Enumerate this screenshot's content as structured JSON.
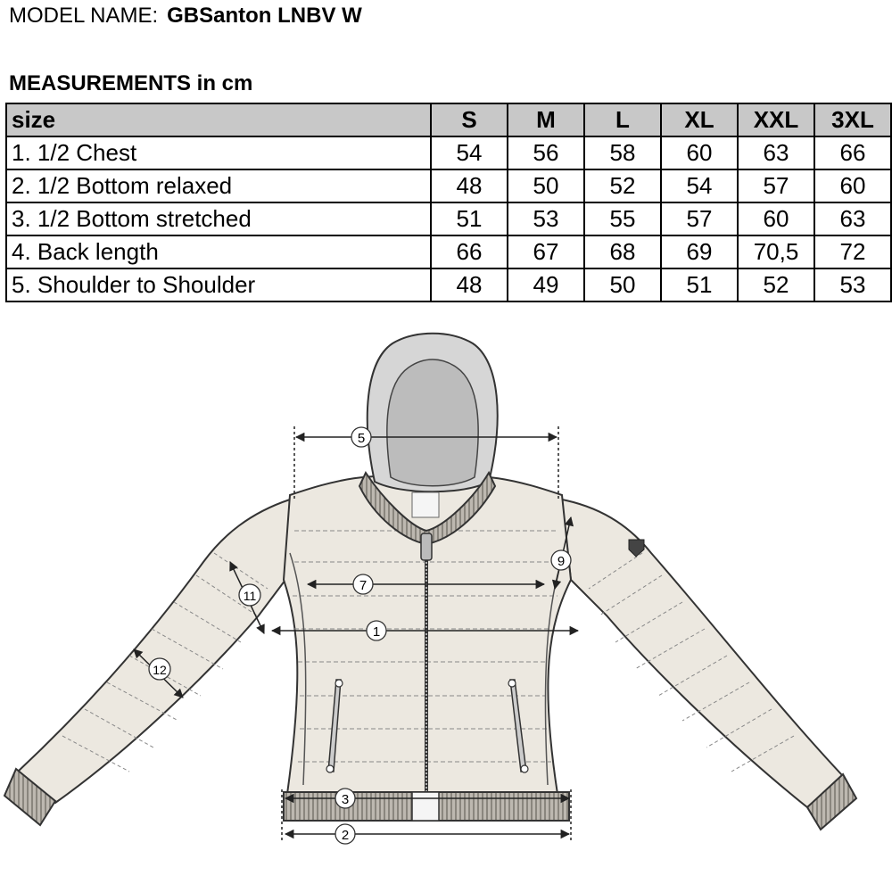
{
  "header": {
    "model_label": "MODEL NAME:",
    "model_value": "GBSanton LNBV W",
    "measurements_title": "MEASUREMENTS in cm"
  },
  "table": {
    "columns": [
      "size",
      "S",
      "M",
      "L",
      "XL",
      "XXL",
      "3XL"
    ],
    "rows": [
      [
        "1. 1/2 Chest",
        "54",
        "56",
        "58",
        "60",
        "63",
        "66"
      ],
      [
        "2. 1/2 Bottom relaxed",
        "48",
        "50",
        "52",
        "54",
        "57",
        "60"
      ],
      [
        "3. 1/2 Bottom stretched",
        "51",
        "53",
        "55",
        "57",
        "60",
        "63"
      ],
      [
        "4. Back length",
        "66",
        "67",
        "68",
        "69",
        "70,5",
        "72"
      ],
      [
        "5. Shoulder to Shoulder",
        "48",
        "49",
        "50",
        "51",
        "52",
        "53"
      ]
    ]
  },
  "drawing": {
    "markers": [
      "1",
      "2",
      "3",
      "5",
      "7",
      "9",
      "11",
      "12"
    ],
    "colors": {
      "jacket": "#ece8e0",
      "rib": "#a9a49c",
      "stroke": "#333333",
      "hood_inner": "#b9b9b9"
    }
  }
}
